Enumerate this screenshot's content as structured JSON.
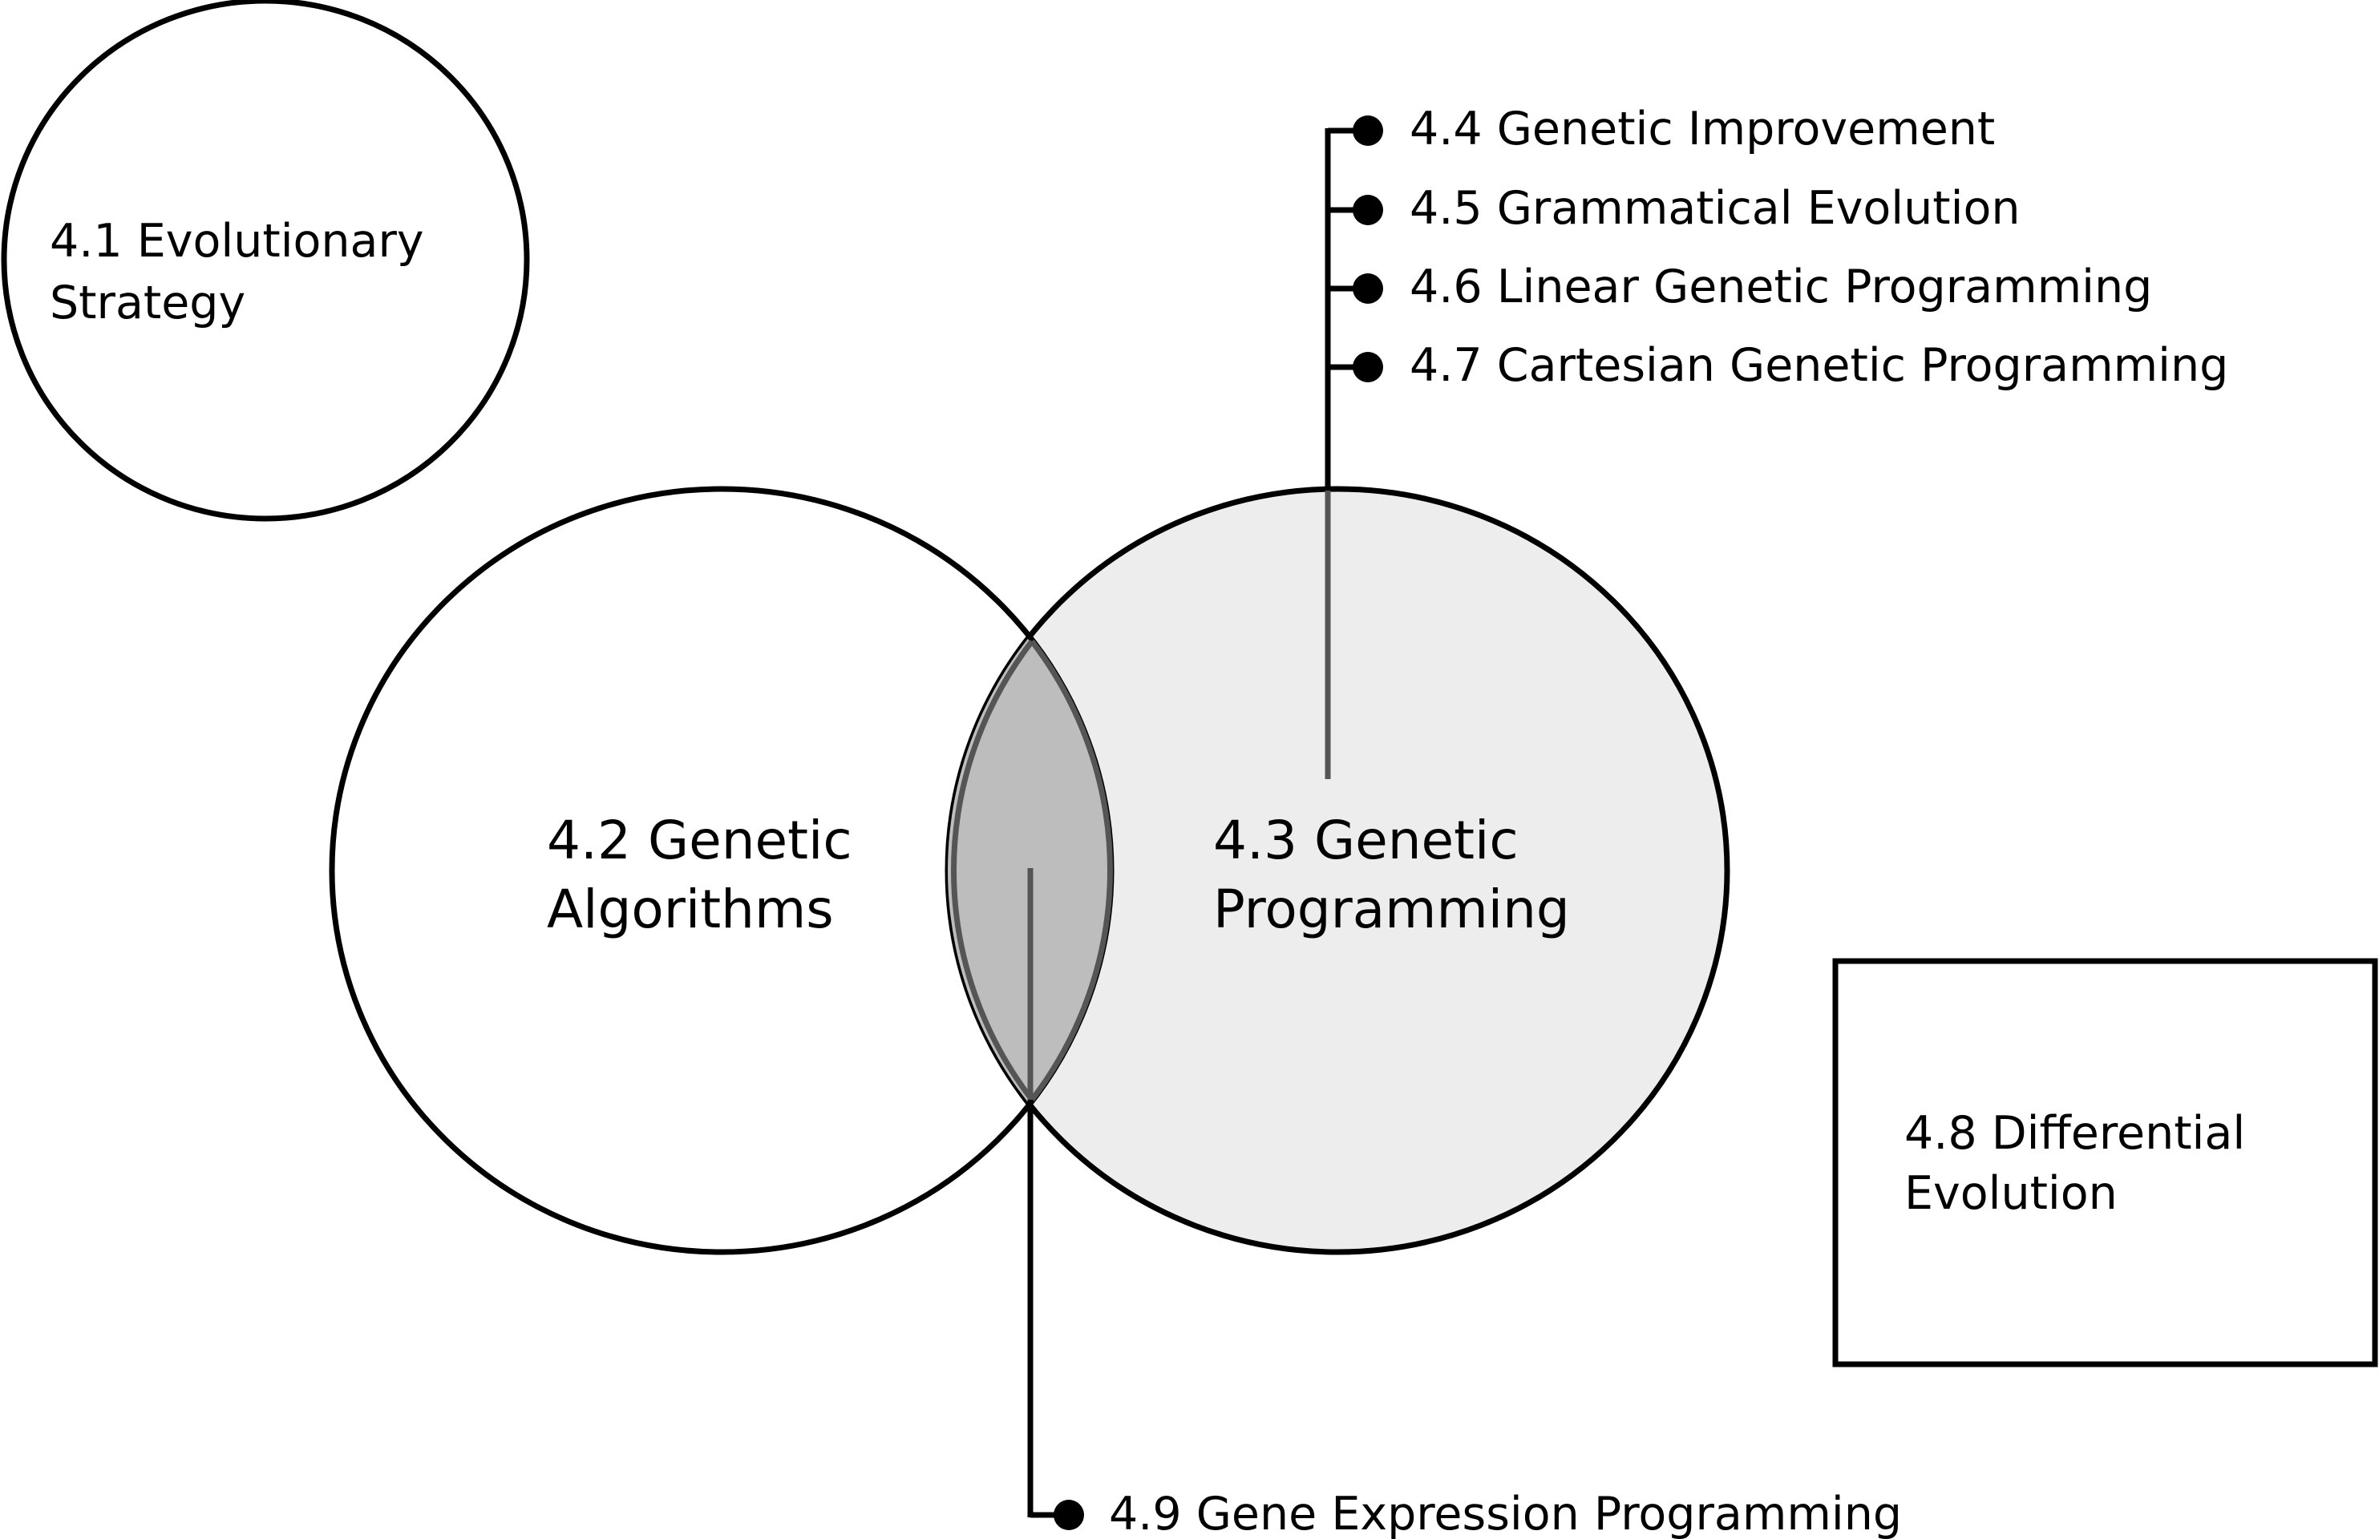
{
  "nodes": {
    "evolutionary_strategy": {
      "line1": "4.1 Evolutionary",
      "line2": "Strategy"
    },
    "genetic_algorithms": {
      "line1": "4.2 Genetic",
      "line2": "Algorithms"
    },
    "genetic_programming": {
      "line1": "4.3 Genetic",
      "line2": "Programming"
    },
    "differential_evolution": {
      "line1": "4.8 Differential",
      "line2": "Evolution"
    }
  },
  "gp_variants": [
    {
      "label": "4.4 Genetic Improvement"
    },
    {
      "label": "4.5 Grammatical Evolution"
    },
    {
      "label": "4.6 Linear Genetic Programming"
    },
    {
      "label": "4.7 Cartesian Genetic Programming"
    }
  ],
  "intersection_variant": {
    "label": "4.9 Gene Expression Programming"
  },
  "colors": {
    "stroke": "#000000",
    "gp_fill": "#ededed",
    "intersection_fill": "#bdbdbd",
    "connector": "#555555"
  }
}
